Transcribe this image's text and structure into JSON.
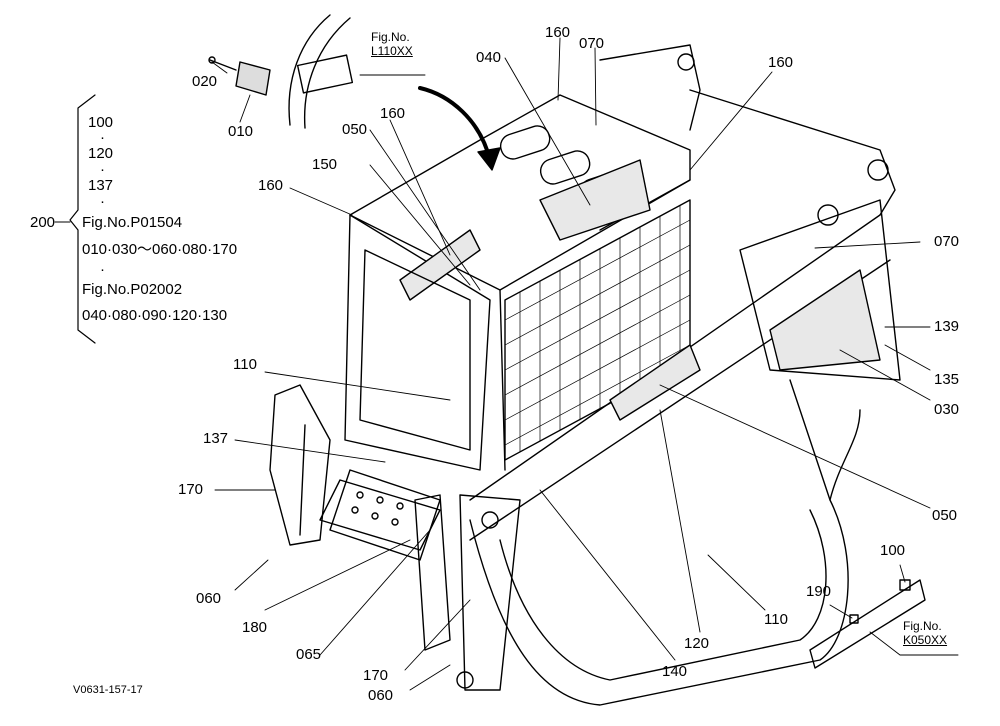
{
  "callouts": {
    "c020": "020",
    "c010": "010",
    "c050a": "050",
    "c160a": "160",
    "c150": "150",
    "c160b": "160",
    "c040": "040",
    "c160c": "160",
    "c070a": "070",
    "c160d": "160",
    "c070b": "070",
    "c139": "139",
    "c135": "135",
    "c030": "030",
    "c050b": "050",
    "c110a": "110",
    "c137": "137",
    "c170a": "170",
    "c060a": "060",
    "c180": "180",
    "c065": "065",
    "c170b": "170",
    "c060b": "060",
    "c140": "140",
    "c120": "120",
    "c110b": "110",
    "c100": "100",
    "c190": "190"
  },
  "references": {
    "fig_top_line1": "Fig.No.",
    "fig_top_line2": "L110XX",
    "fig_bottom_line1": "Fig.No.",
    "fig_bottom_line2": "K050XX"
  },
  "bracket_group": {
    "number": "200",
    "items": [
      "100",
      "·",
      "120",
      "·",
      "137",
      "·"
    ],
    "fig1": "Fig.No.P01504",
    "fig1_parts": "010·030～060·080·170",
    "dot": "·",
    "fig2": "Fig.No.P02002",
    "fig2_parts": "040·080·090·120·130"
  },
  "drawing_code": "V0631-157-17"
}
